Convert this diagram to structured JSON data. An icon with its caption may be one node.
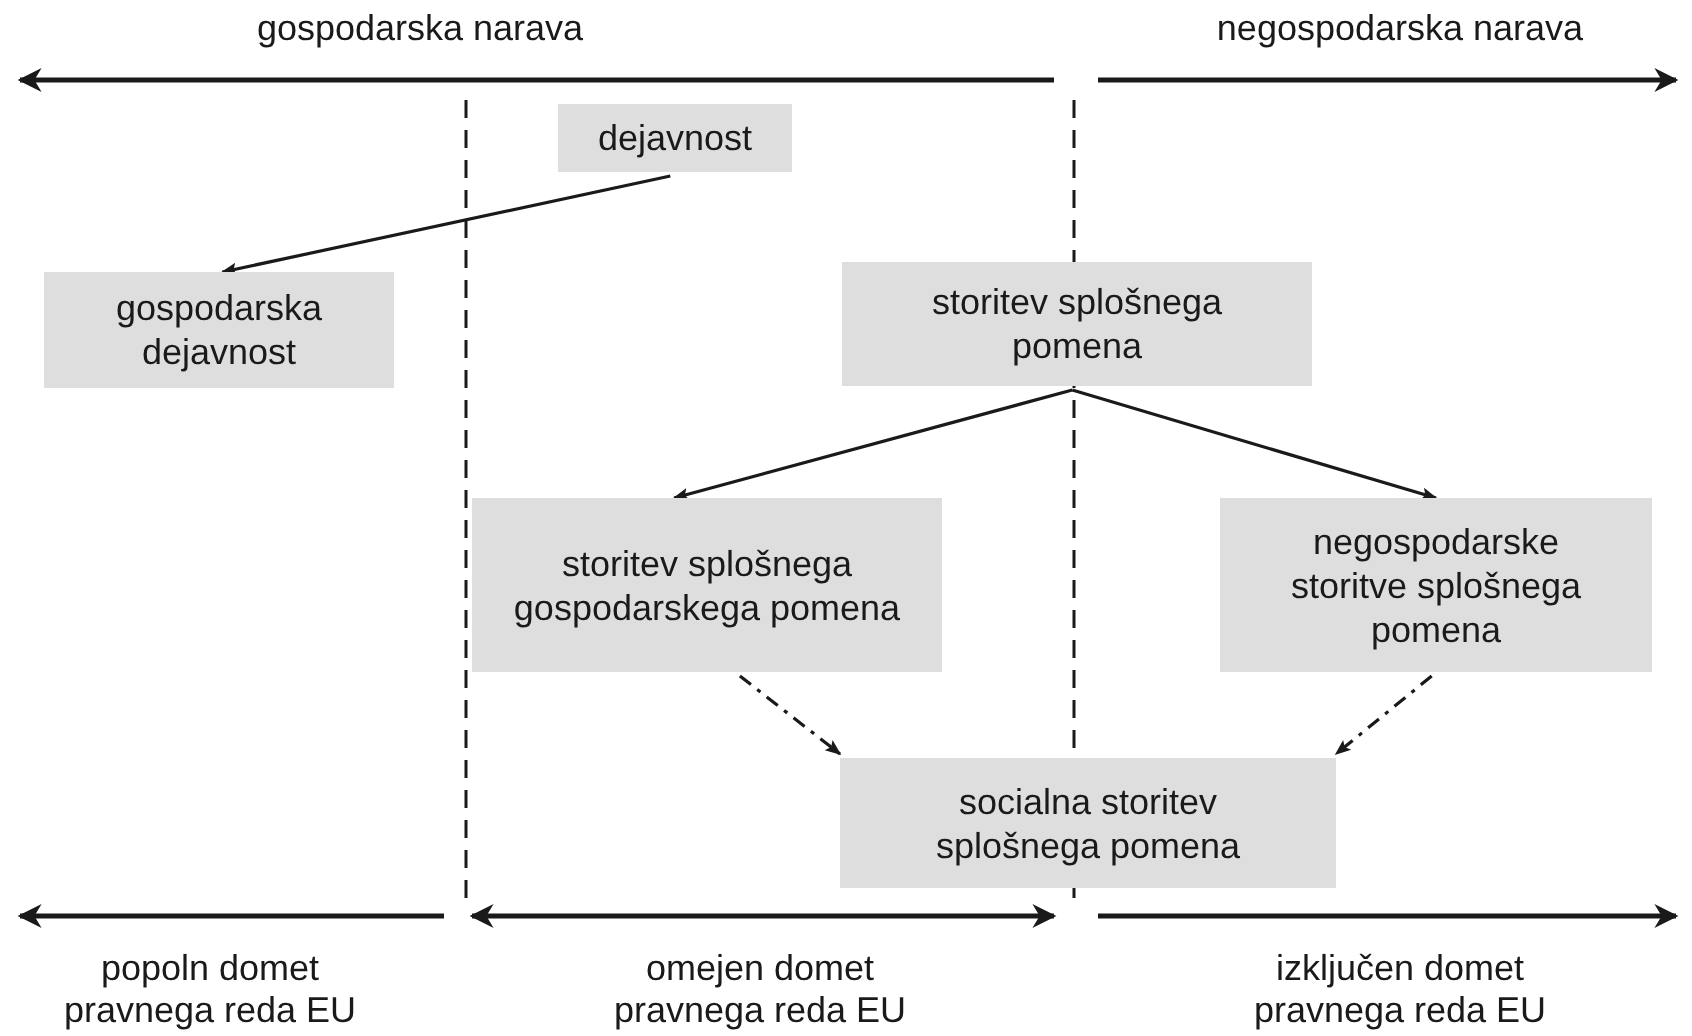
{
  "diagram": {
    "nodes": [
      {
        "text": [
          "dejavnost"
        ]
      },
      {
        "text": [
          "gospodarska dejavnost"
        ]
      },
      {
        "text": [
          "storitev splošnega pomena"
        ]
      },
      {
        "text": [
          "storitev splošnega gospodarskega pomena"
        ]
      },
      {
        "text": [
          "negospodarske storitve splošnega pomena"
        ]
      },
      {
        "text": [
          "socialna storitev splošnega pomena"
        ]
      }
    ],
    "edges": [
      {
        "from": 0,
        "to": 1,
        "arrow": "to"
      },
      {
        "from": 2,
        "to": 3,
        "arrow": "to"
      },
      {
        "from": 2,
        "to": 4,
        "arrow": "to"
      },
      {
        "from": 3,
        "to": 5,
        "arrow": "to",
        "style": "dashed"
      },
      {
        "from": 4,
        "to": 5,
        "arrow": "to",
        "style": "dashed"
      }
    ],
    "labels": [
      "gospodarska narava",
      "negospodarska narava",
      "popoln domet pravnega reda EU",
      "omejen domet pravnega reda EU",
      "izključen domet pravnega reda EU"
    ]
  }
}
